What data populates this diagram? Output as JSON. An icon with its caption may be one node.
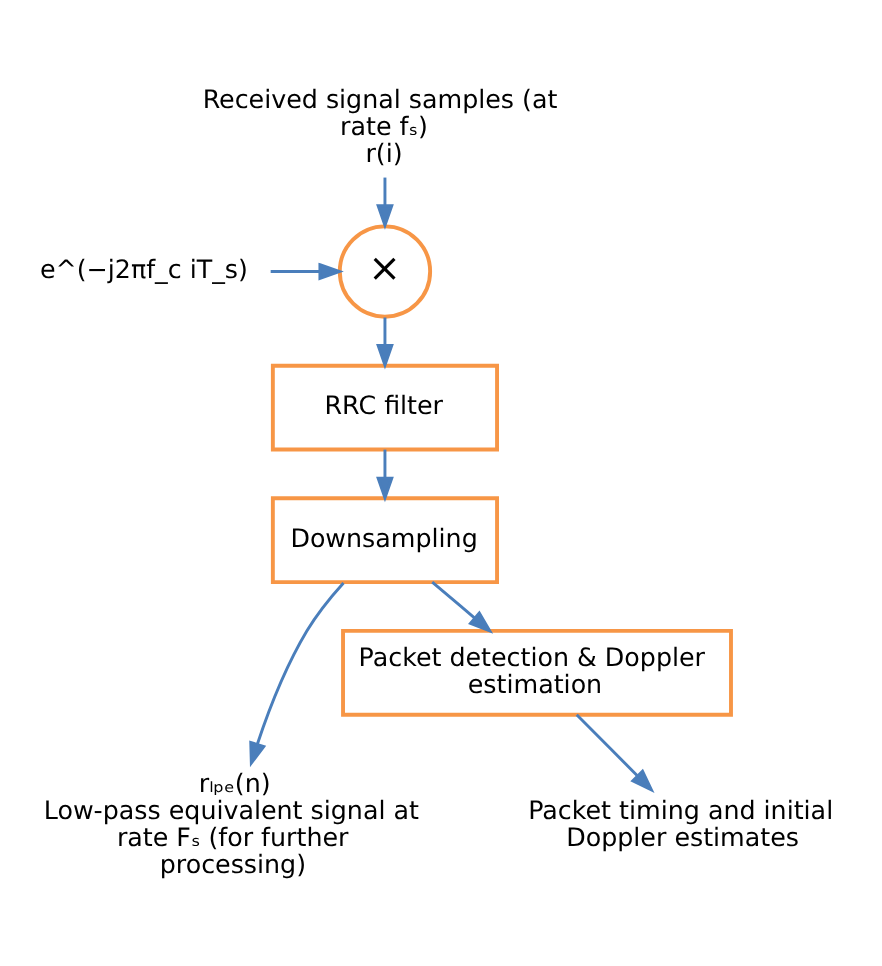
{
  "diagram": {
    "nodes": [
      {
        "text": [
          "Received signal samples (at rate fₛ)",
          "r(i)"
        ]
      },
      {
        "text": [
          "e^(−j2πf_c iT_s)"
        ]
      },
      {
        "text": [
          "×"
        ]
      },
      {
        "text": [
          "RRC filter"
        ]
      },
      {
        "text": [
          "Downsampling"
        ]
      },
      {
        "text": [
          "Packet detection & Doppler estimation"
        ]
      },
      {
        "text": [
          "rₗₚₑ(n)",
          "Low-pass equivalent signal at rate Fₛ (for further processing)"
        ]
      },
      {
        "text": [
          "Packet timing and initial Doppler estimates"
        ]
      }
    ],
    "edges": [
      {
        "from": 0,
        "to": 2,
        "arrow": "to"
      },
      {
        "from": 1,
        "to": 2,
        "arrow": "to"
      },
      {
        "from": 2,
        "to": 3,
        "arrow": "to"
      },
      {
        "from": 3,
        "to": 4,
        "arrow": "to"
      },
      {
        "from": 4,
        "to": 5,
        "arrow": "to"
      },
      {
        "from": 4,
        "to": 6,
        "arrow": "to"
      },
      {
        "from": 5,
        "to": 7,
        "arrow": "to"
      }
    ]
  }
}
